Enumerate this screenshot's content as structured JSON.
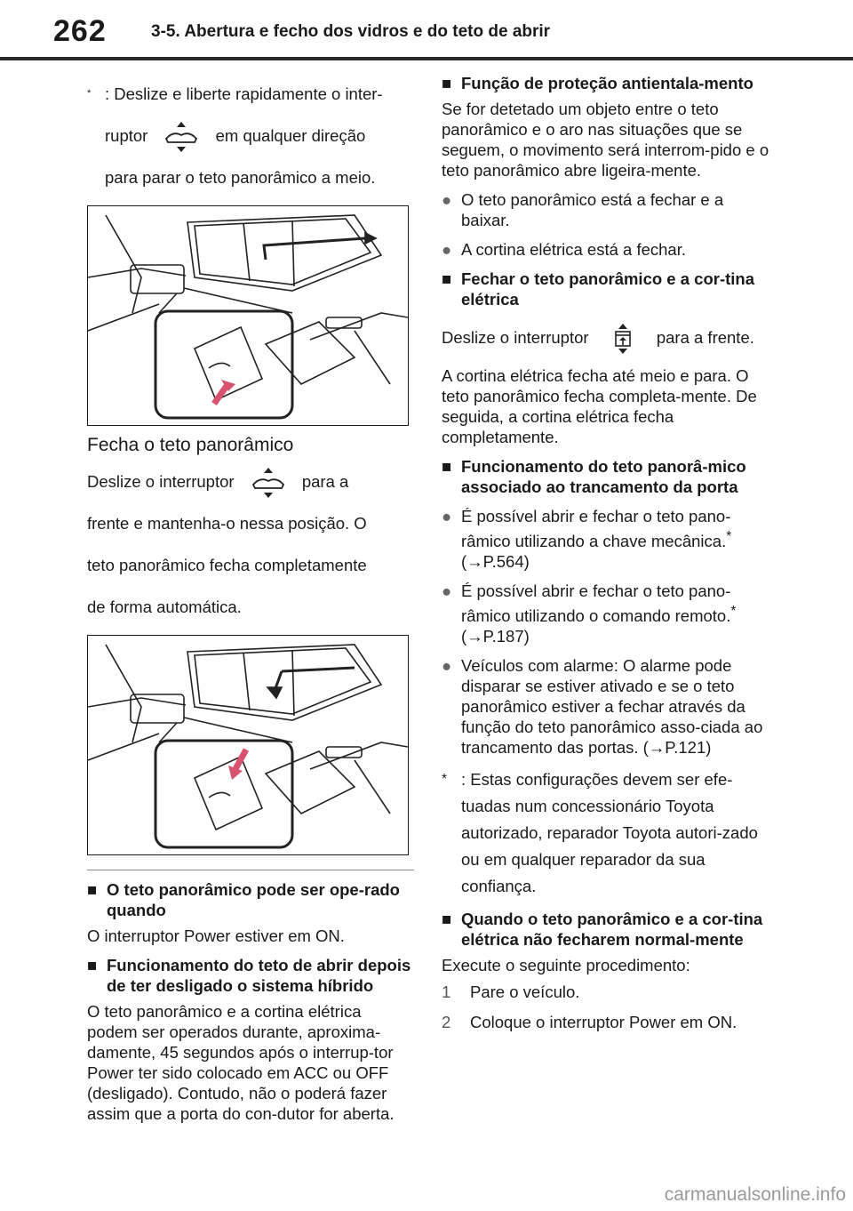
{
  "header": {
    "page_number": "262",
    "section": "3-5. Abertura e fecho dos vidros e do teto de abrir"
  },
  "left": {
    "note_mark": "*",
    "note_line1": ": Deslize e liberte rapidamente o inter-",
    "note_line2a": "ruptor",
    "note_line2b": "em qualquer direção",
    "note_line3": "para parar o teto panorâmico a meio.",
    "fig_caption": "Fecha o teto panorâmico",
    "close_line1a": "Deslize o interruptor",
    "close_line1b": "para a",
    "close_line2": "frente e mantenha-o nessa posição. O",
    "close_line3": "teto panorâmico fecha completamente",
    "close_line4": "de forma automática.",
    "h1": "O teto panorâmico pode ser ope-rado quando",
    "p1": "O interruptor Power estiver em ON.",
    "h2": "Funcionamento do teto de abrir depois de ter desligado o sistema híbrido",
    "p2": "O teto panorâmico e a cortina elétrica podem ser operados durante, aproxima-damente, 45 segundos após o interrup-tor Power ter sido colocado em ACC ou OFF (desligado). Contudo, não o poderá fazer assim que a porta do con-dutor for aberta."
  },
  "right": {
    "h1": "Função de proteção antientala-mento",
    "p1": "Se for detetado um objeto entre o teto panorâmico e o aro nas situações que se seguem, o movimento será interrom-pido e o teto panorâmico abre ligeira-mente.",
    "b1": "O teto panorâmico está a fechar e a baixar.",
    "b2": "A cortina elétrica está a fechar.",
    "h2": "Fechar o teto panorâmico e a cor-tina elétrica",
    "slide_a": "Deslize o interruptor",
    "slide_b": "para a frente.",
    "p2": "A cortina elétrica fecha até meio e para. O teto panorâmico fecha completa-mente. De seguida, a cortina elétrica fecha completamente.",
    "h3": "Funcionamento do teto panorâ-mico associado ao trancamento da porta",
    "b3a": "É possível abrir e fechar o teto pano-râmico utilizando a chave mecânica.",
    "b3b": "(→P.564)",
    "b4a": "É possível abrir e fechar o teto pano-râmico utilizando o comando remoto.",
    "b4b": "(→P.187)",
    "b5": "Veículos com alarme: O alarme pode disparar se estiver ativado e se o teto panorâmico estiver a fechar através da função do teto panorâmico asso-ciada ao trancamento das portas. (→P.121)",
    "note_mark": "*",
    "note": ": Estas configurações devem ser efe-tuadas num concessionário Toyota autorizado, reparador Toyota autori-zado ou em qualquer reparador da sua confiança.",
    "h4": "Quando o teto panorâmico e a cor-tina elétrica não fecharem normal-mente",
    "p3": "Execute o seguinte procedimento:",
    "steps": [
      {
        "n": "1",
        "text": "Pare o veículo."
      },
      {
        "n": "2",
        "text": "Coloque o interruptor Power em ON."
      }
    ]
  },
  "watermark": "carmanualsonline.info"
}
